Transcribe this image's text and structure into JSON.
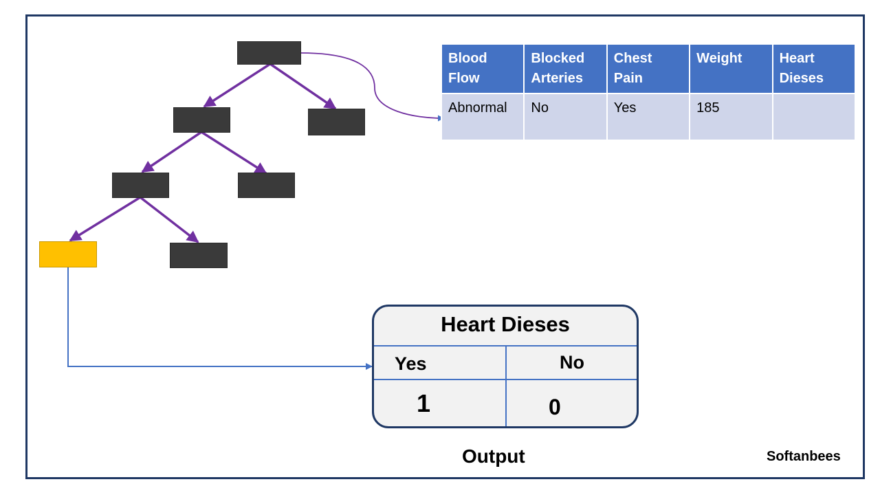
{
  "table": {
    "headers": [
      "Blood\nFlow",
      "Blocked\nArteries",
      "Chest\nPain",
      "Weight",
      "Heart\nDieses"
    ],
    "row": [
      "Abnormal",
      "No",
      "Yes",
      "185",
      ""
    ]
  },
  "result": {
    "title": "Heart Dieses",
    "yes_label": "Yes",
    "no_label": "No",
    "yes_count": "1",
    "no_count": "0"
  },
  "output_label": "Output",
  "brand": "Softanbees",
  "colors": {
    "node": "#3a3a3a",
    "highlight_node": "#ffc000",
    "tree_edge": "#7030a0",
    "header_fill": "#4472c4",
    "row_fill": "#cfd5ea",
    "frame": "#1f3864"
  }
}
